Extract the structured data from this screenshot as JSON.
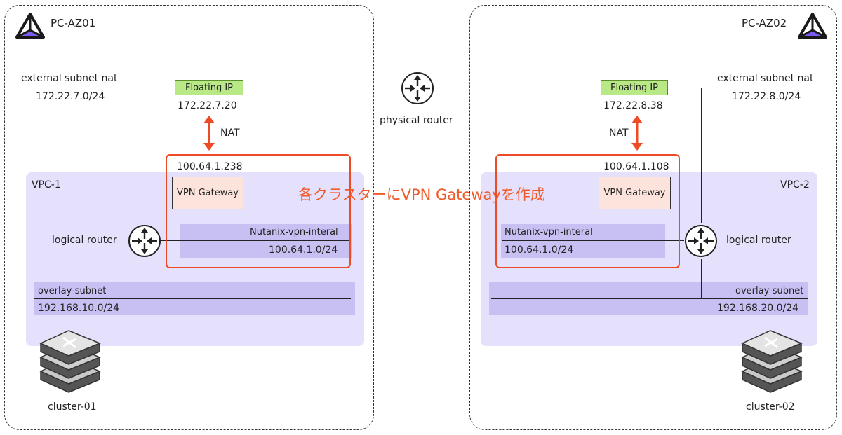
{
  "left": {
    "az_label": "PC-AZ01",
    "external_subnet_label": "external subnet nat",
    "external_subnet_cidr": "172.22.7.0/24",
    "floating_ip_label": "Floating IP",
    "floating_ip_address": "172.22.7.20",
    "nat_label": "NAT",
    "vpn_internal_ip": "100.64.1.238",
    "vpc_label": "VPC-1",
    "vpn_gateway_label": "VPN Gateway",
    "vpn_subnet_name": "Nutanix-vpn-interal",
    "vpn_subnet_cidr": "100.64.1.0/24",
    "logical_router_label": "logical router",
    "overlay_subnet_name": "overlay-subnet",
    "overlay_subnet_cidr": "192.168.10.0/24",
    "cluster_label": "cluster-01"
  },
  "right": {
    "az_label": "PC-AZ02",
    "external_subnet_label": "external subnet nat",
    "external_subnet_cidr": "172.22.8.0/24",
    "floating_ip_label": "Floating IP",
    "floating_ip_address": "172.22.8.38",
    "nat_label": "NAT",
    "vpn_internal_ip": "100.64.1.108",
    "vpc_label": "VPC-2",
    "vpn_gateway_label": "VPN Gateway",
    "vpn_subnet_name": "Nutanix-vpn-interal",
    "vpn_subnet_cidr": "100.64.1.0/24",
    "logical_router_label": "logical router",
    "overlay_subnet_name": "overlay-subnet",
    "overlay_subnet_cidr": "192.168.20.0/24",
    "cluster_label": "cluster-02"
  },
  "center": {
    "physical_router_label": "physical router",
    "callout_text": "各クラスターにVPN Gatewayを作成"
  },
  "colors": {
    "accent_red": "#ee4a25",
    "callout_text": "#f05a2a",
    "vpc_fill": "#e5e0fb",
    "subnet_band": "#c8c0f2",
    "floating_ip_fill": "#b8e986",
    "vpn_gateway_fill": "#fce4dc",
    "logo_purple": "#7b5cf0"
  }
}
